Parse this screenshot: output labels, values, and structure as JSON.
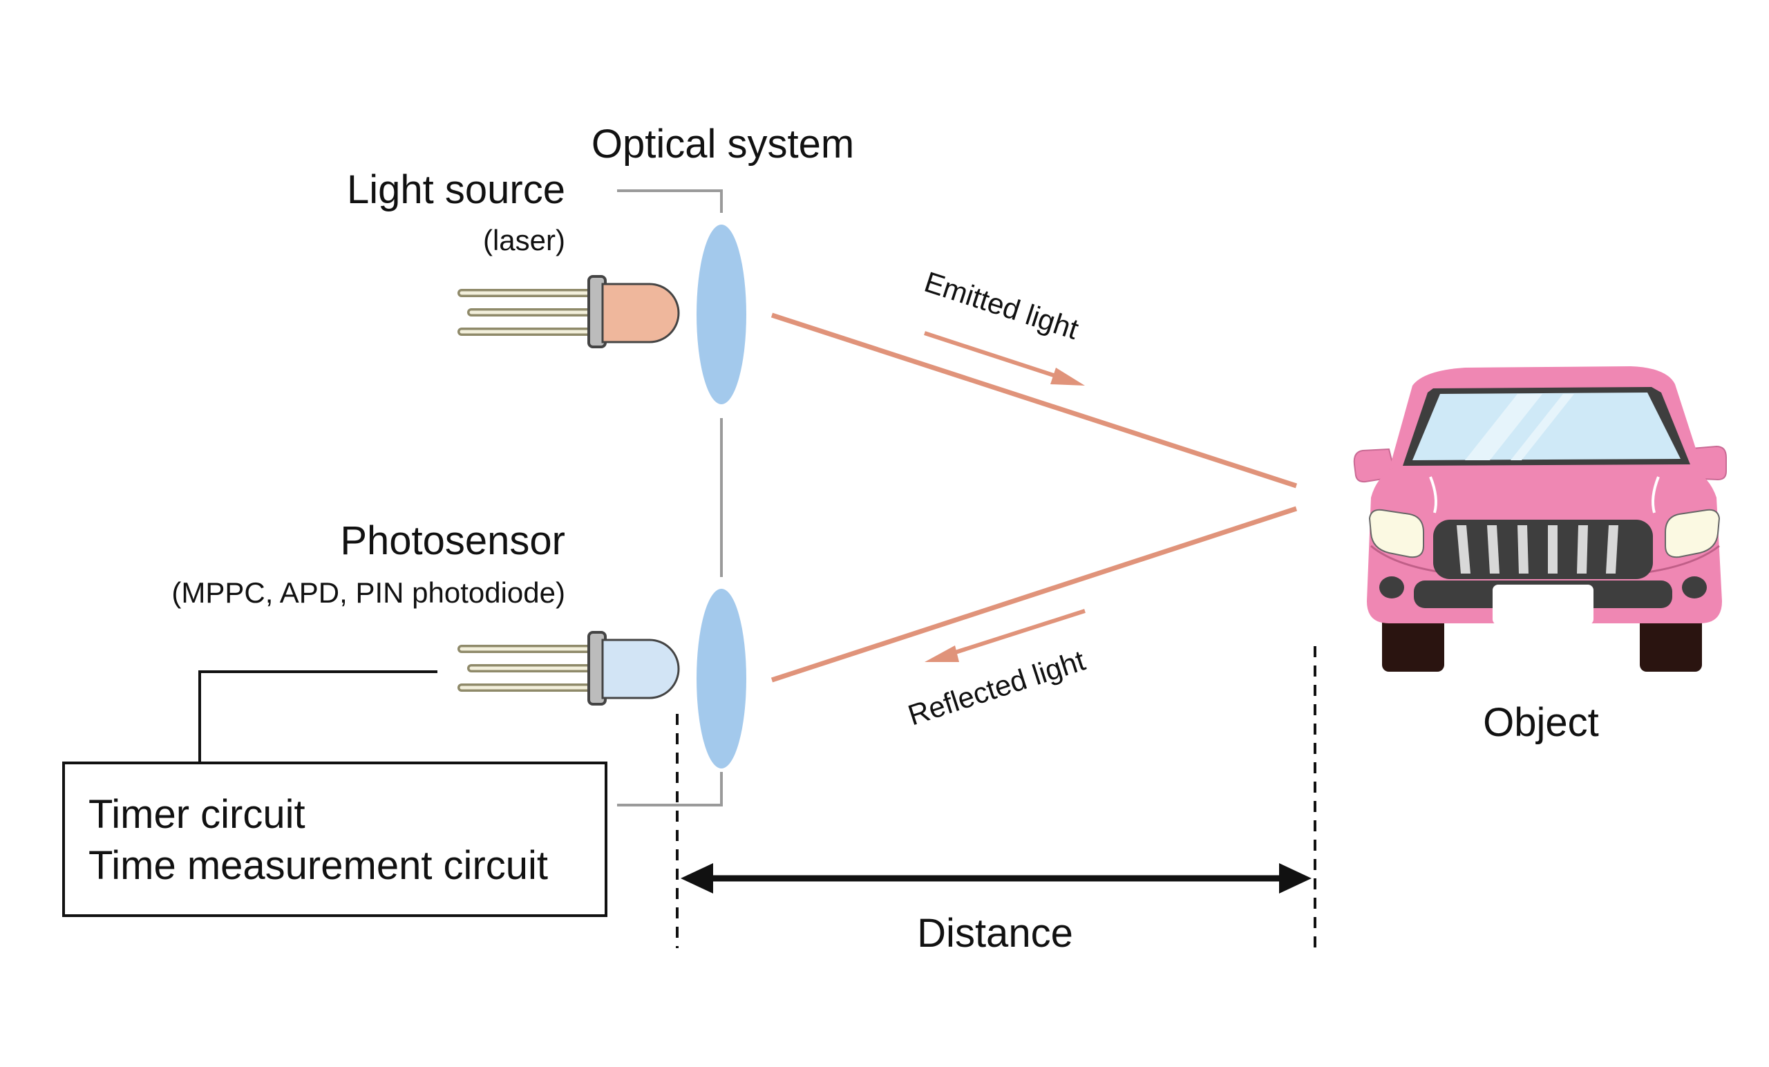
{
  "labels": {
    "optical_system": "Optical system",
    "light_source": "Light source",
    "light_source_type": "(laser)",
    "photosensor": "Photosensor",
    "photosensor_types": "(MPPC, APD, PIN photodiode)",
    "emitted_light": "Emitted light",
    "reflected_light": "Reflected light",
    "object": "Object",
    "distance": "Distance",
    "timer_line1": "Timer circuit",
    "timer_line2": "Time measurement circuit"
  },
  "colors": {
    "beam": "#e0937a",
    "lens": "#a3c9ec",
    "led_source": "#efb79c",
    "led_sensor": "#d2e4f5",
    "car_body": "#ef87b3",
    "windshield": "#cfe9f7",
    "outline": "#111111"
  },
  "icons": {
    "light_source": "led-laser-icon",
    "photosensor": "photodiode-icon",
    "object": "car-front-icon"
  }
}
